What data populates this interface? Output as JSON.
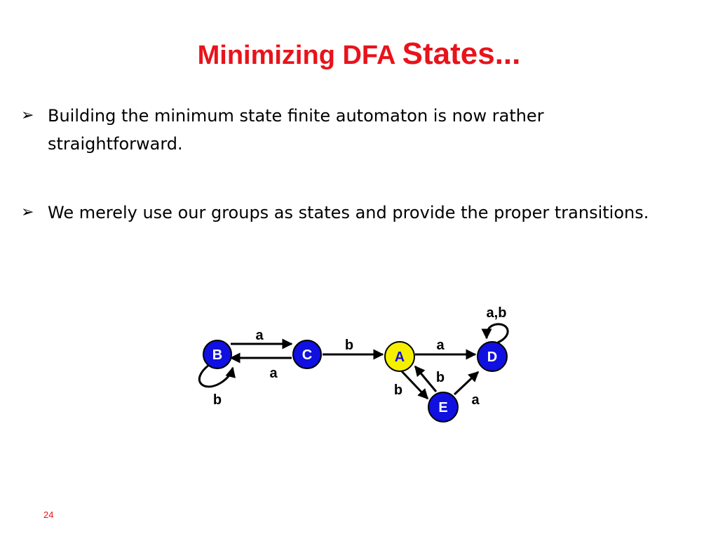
{
  "slide": {
    "title_part1": "Minimizing DFA ",
    "title_part2": "States...",
    "bullets": [
      "Building the minimum state finite automaton is now rather straightforward.",
      "We merely use our groups as states and provide the proper transitions."
    ],
    "bullet_marker": "➢",
    "page_number": "24"
  },
  "diagram": {
    "states": [
      {
        "id": "B",
        "label": "B",
        "color": "#1010e0"
      },
      {
        "id": "C",
        "label": "C",
        "color": "#1010e0"
      },
      {
        "id": "A",
        "label": "A",
        "color": "#f5f000"
      },
      {
        "id": "D",
        "label": "D",
        "color": "#1010e0"
      },
      {
        "id": "E",
        "label": "E",
        "color": "#1010e0"
      }
    ],
    "transitions": [
      {
        "from": "B",
        "to": "C",
        "label": "a"
      },
      {
        "from": "C",
        "to": "B",
        "label": "a"
      },
      {
        "from": "B",
        "to": "B",
        "label": "b"
      },
      {
        "from": "C",
        "to": "A",
        "label": "b"
      },
      {
        "from": "A",
        "to": "D",
        "label": "a"
      },
      {
        "from": "D",
        "to": "D",
        "label": "a,b"
      },
      {
        "from": "A",
        "to": "E",
        "label": "b"
      },
      {
        "from": "E",
        "to": "A",
        "label": "b"
      },
      {
        "from": "E",
        "to": "D",
        "label": "a"
      }
    ]
  }
}
